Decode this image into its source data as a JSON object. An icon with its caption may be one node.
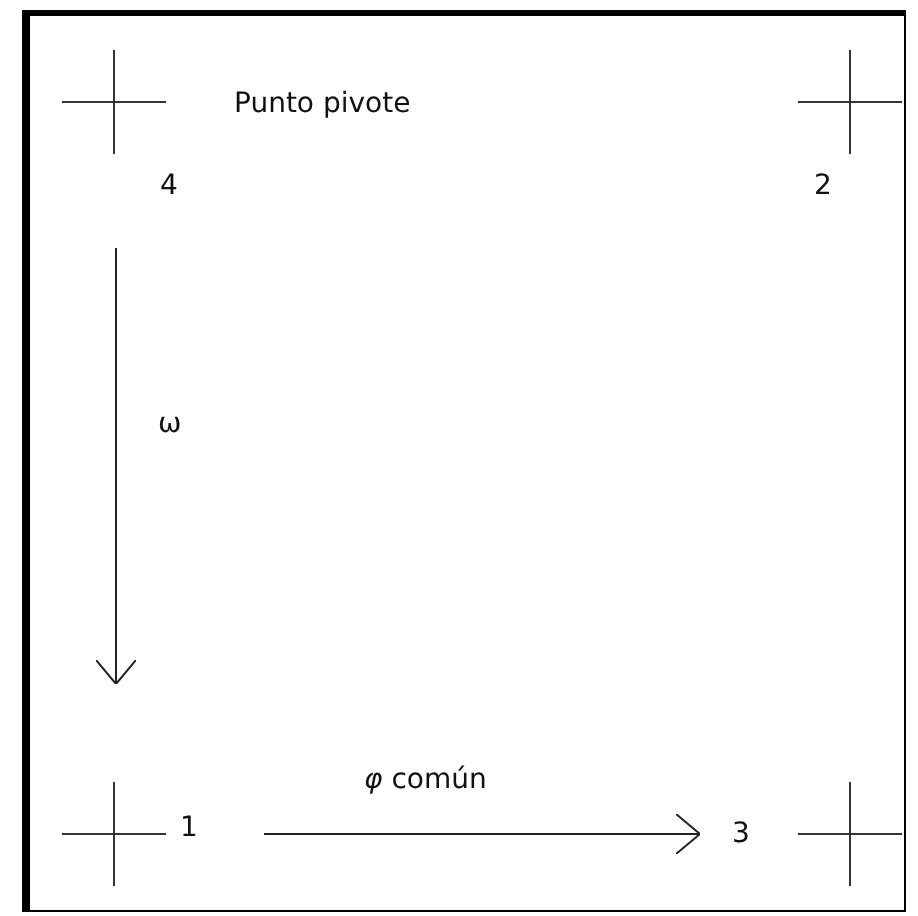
{
  "diagram": {
    "nodes": [
      {
        "text": [
          "4"
        ]
      },
      {
        "text": [
          "2"
        ]
      },
      {
        "text": [
          "1"
        ]
      },
      {
        "text": [
          "3"
        ]
      }
    ],
    "edges": [
      {
        "from": 0,
        "to": 2,
        "arrow": "to",
        "label": "ω"
      },
      {
        "from": 2,
        "to": 3,
        "arrow": "to",
        "label": "*φ* común"
      }
    ],
    "labels": [
      "Punto pivote"
    ]
  }
}
